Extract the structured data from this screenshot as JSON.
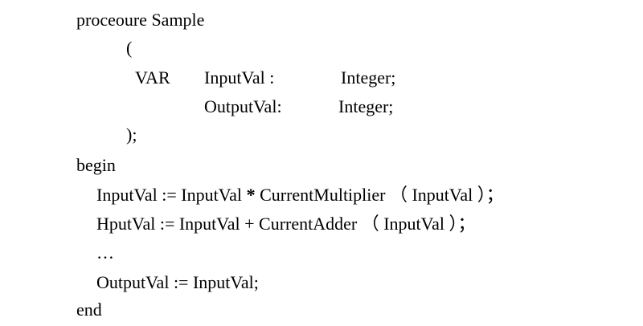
{
  "code": {
    "line1": "proceoure Sample",
    "line2": "(",
    "line3": {
      "keyword": "VAR",
      "name": "InputVal :",
      "type": "Integer;"
    },
    "line4": {
      "name": "OutputVal:",
      "type": "Integer;"
    },
    "line5": ");",
    "line6": "begin",
    "line7": {
      "lhs": "InputVal := InputVal ",
      "op": "*",
      "rhs": " CurrentMultiplier （ InputVal ）；"
    },
    "line8": "HputVal := InputVal + CurrentAdder （ InputVal ）；",
    "line9": "…",
    "line10": "OutputVal := InputVal;",
    "line11": "end"
  }
}
